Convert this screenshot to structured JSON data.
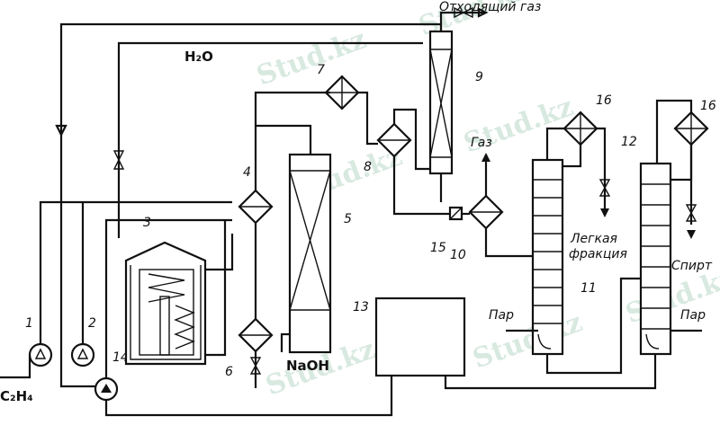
{
  "labels": {
    "offgas": "Отходящий газ",
    "water": "H₂O",
    "ethylene": "C₂H₄",
    "naoh": "NaOH",
    "gas": "Газ",
    "light_fraction_1": "Легкая",
    "light_fraction_2": "фракция",
    "steam_left": "Пар",
    "steam_right": "Пар",
    "alcohol": "Спирт"
  },
  "numbers": [
    "1",
    "2",
    "3",
    "4",
    "5",
    "6",
    "7",
    "8",
    "9",
    "10",
    "11",
    "12",
    "13",
    "14",
    "15",
    "16",
    "16"
  ],
  "watermark": "Stud.kz"
}
